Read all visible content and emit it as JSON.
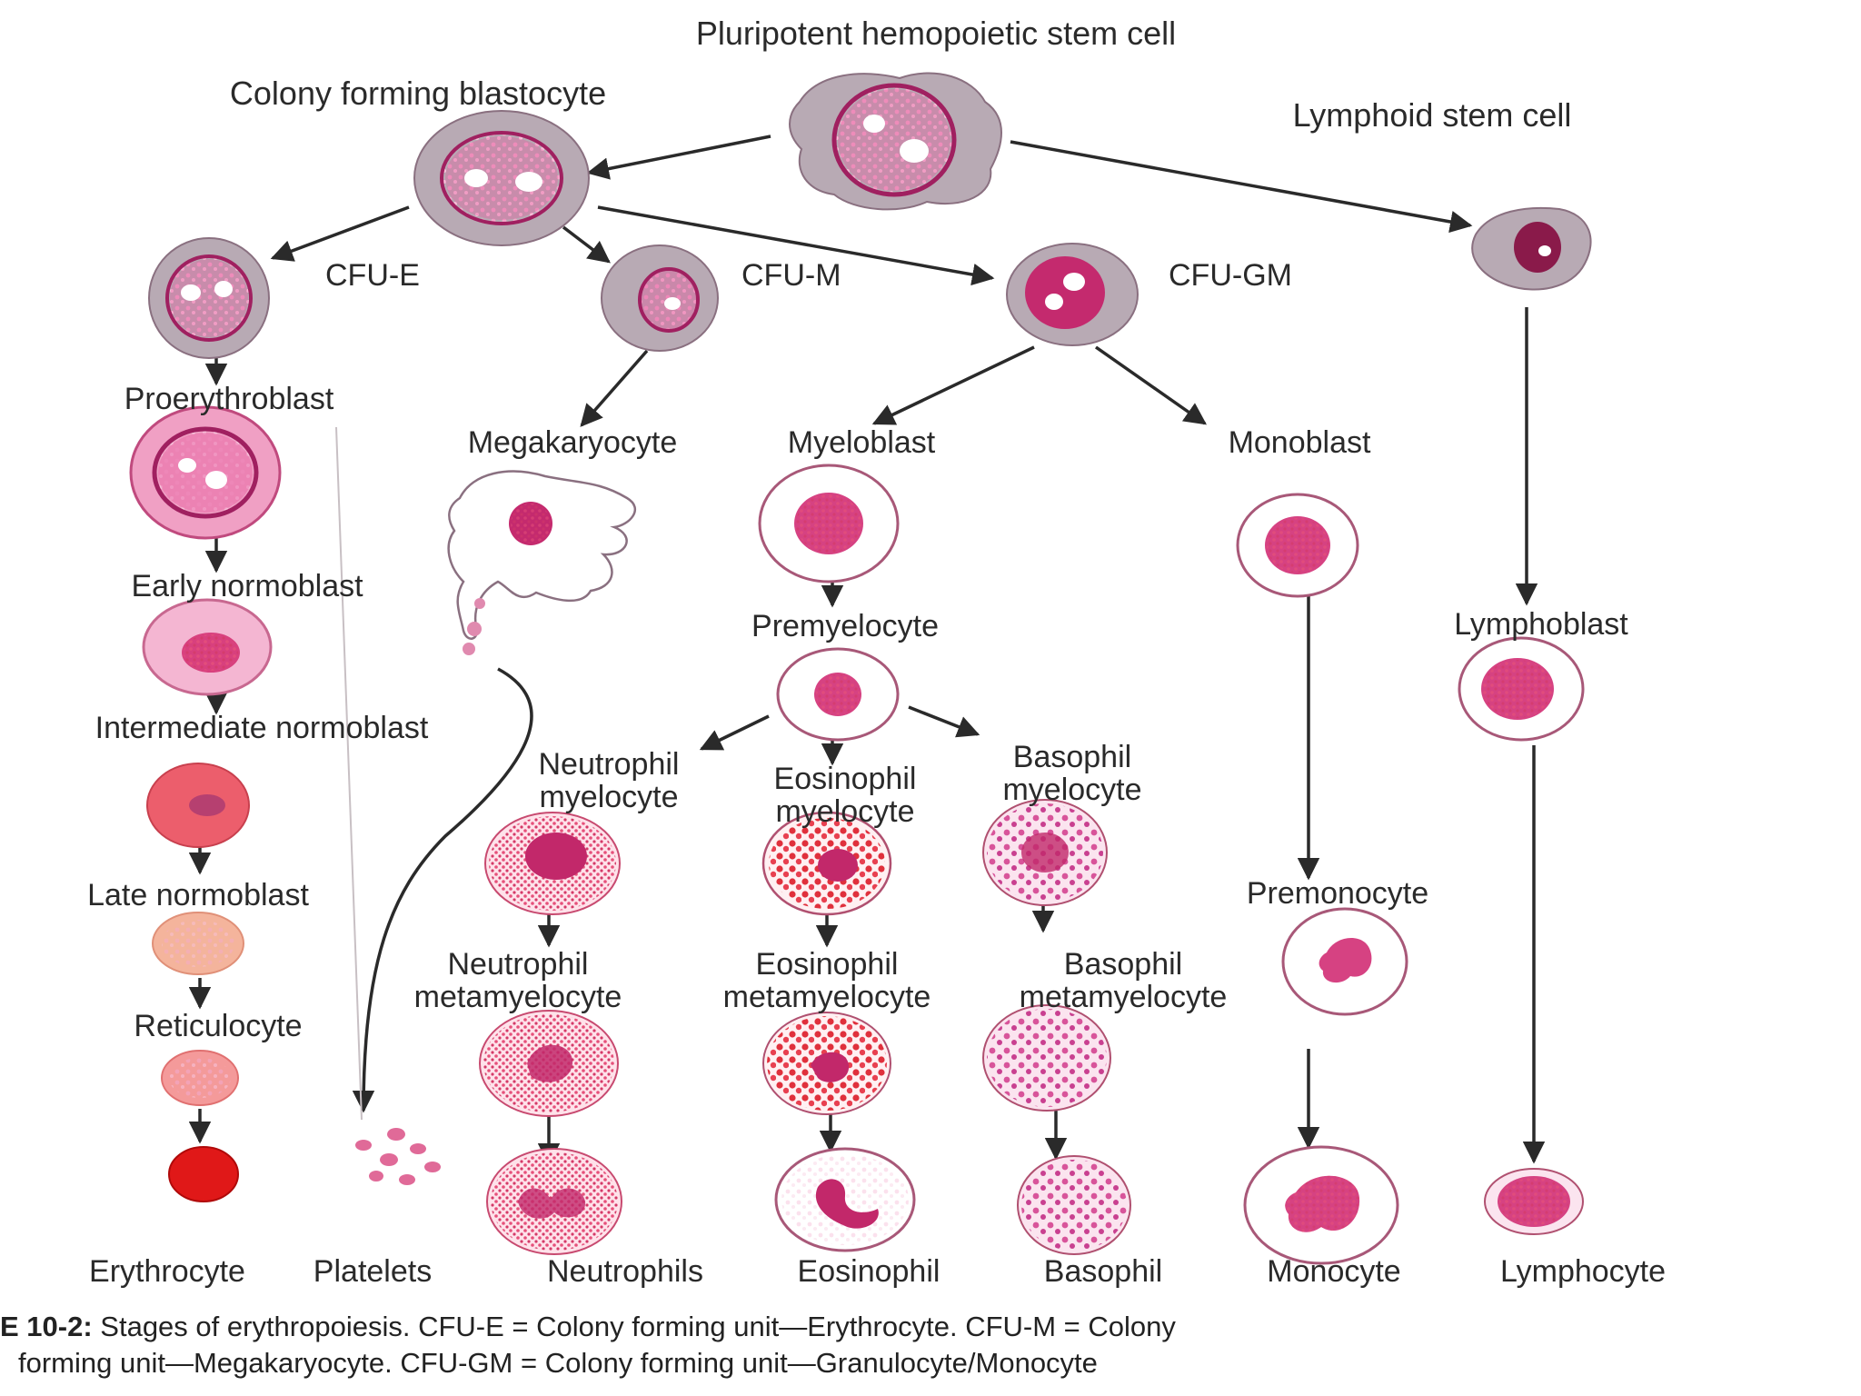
{
  "labels": {
    "root": "Pluripotent hemopoietic stem cell",
    "colony": "Colony forming blastocyte",
    "lymphoid": "Lymphoid stem cell",
    "cfu_e": "CFU-E",
    "cfu_m": "CFU-M",
    "cfu_gm": "CFU-GM",
    "proerythroblast": "Proerythroblast",
    "megakaryocyte": "Megakaryocyte",
    "myeloblast": "Myeloblast",
    "monoblast": "Monoblast",
    "early_normoblast": "Early normoblast",
    "premyelocyte": "Premyelocyte",
    "lymphoblast": "Lymphoblast",
    "intermediate_normoblast": "Intermediate normoblast",
    "neutrophil_myelocyte": "Neutrophil\nmyelocyte",
    "eosinophil_myelocyte": "Eosinophil\nmyelocyte",
    "basophil_myelocyte": "Basophil\nmyelocyte",
    "late_normoblast": "Late normoblast",
    "premonocyte": "Premonocyte",
    "neutrophil_metamyelocyte": "Neutrophil\nmetamyelocyte",
    "eosinophil_metamyelocyte": "Eosinophil\nmetamyelocyte",
    "basophil_metamyelocyte": "Basophil\nmetamyelocyte",
    "reticulocyte": "Reticulocyte",
    "erythrocyte": "Erythrocyte",
    "platelets": "Platelets",
    "neutrophils": "Neutrophils",
    "eosinophil": "Eosinophil",
    "basophil": "Basophil",
    "monocyte": "Monocyte",
    "lymphocyte": "Lymphocyte"
  },
  "caption": {
    "figure_ref": "E 10-2:",
    "line1_rest": " Stages of erythropoiesis. CFU-E = Colony forming unit—Erythrocyte. CFU-M = Colony",
    "line2": "forming unit—Megakaryocyte. CFU-GM =  Colony forming unit—Granulocyte/Monocyte"
  },
  "colors": {
    "cytoplasm_gray": "#b8aab4",
    "nucleus_pink": "#e6559a",
    "nucleus_magenta": "#c42a6e",
    "granule_red": "#e0303c",
    "erythrocyte_red": "#e01818",
    "cell_outline": "#8a7080",
    "arrow": "#2a2a2a"
  }
}
